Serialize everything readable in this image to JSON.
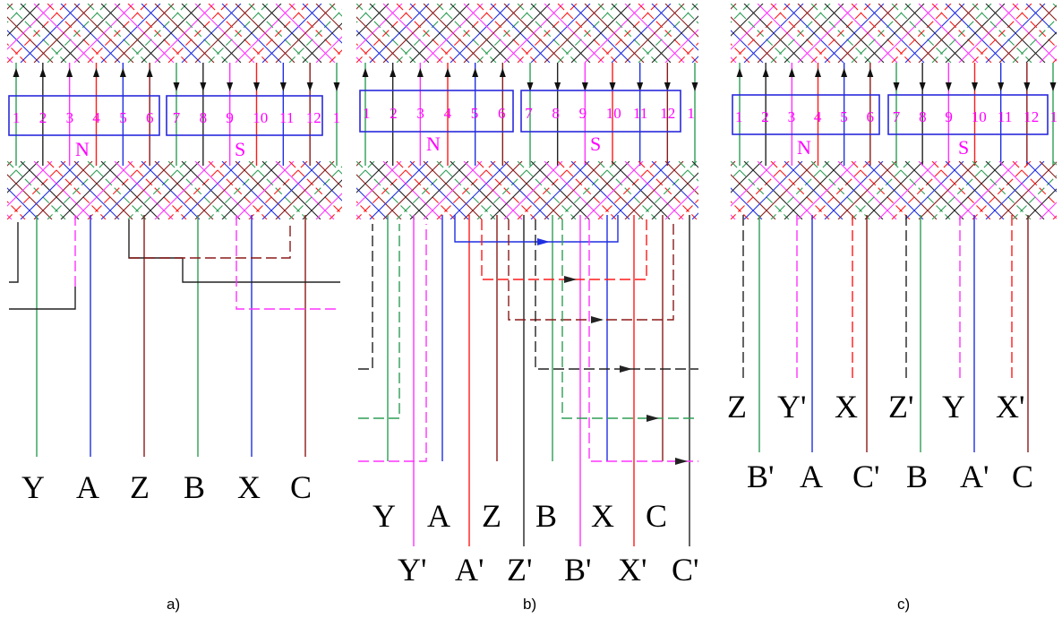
{
  "colors": {
    "green": "#2e9e55",
    "blue": "#1f2fe0",
    "red": "#ff1a1a",
    "brown": "#8b1a1a",
    "magenta": "#ff33ff",
    "black": "#222222",
    "box": "#2a2adc",
    "label": "#ff00ff"
  },
  "slot_labels": [
    "1",
    "2",
    "3",
    "4",
    "5",
    "6",
    "7",
    "8",
    "9",
    "10",
    "11",
    "12",
    "1"
  ],
  "pole_labels": {
    "north": "N",
    "south": "S"
  },
  "panels": [
    {
      "id": "a",
      "caption": "a)",
      "terminals_row1": [
        "Y",
        "A",
        "Z",
        "B",
        "X",
        "C"
      ],
      "terminals_row2": []
    },
    {
      "id": "b",
      "caption": "b)",
      "terminals_row1": [
        "Y",
        "A",
        "Z",
        "B",
        "X",
        "C"
      ],
      "terminals_row2": [
        "Y'",
        "A'",
        "Z'",
        "B'",
        "X'",
        "C'"
      ]
    },
    {
      "id": "c",
      "caption": "c)",
      "terminals_row1": [
        "Z",
        "Y'",
        "X",
        "Z'",
        "Y",
        "X'"
      ],
      "terminals_row2": [
        "B'",
        "A",
        "C'",
        "B",
        "A'",
        "C"
      ]
    }
  ]
}
